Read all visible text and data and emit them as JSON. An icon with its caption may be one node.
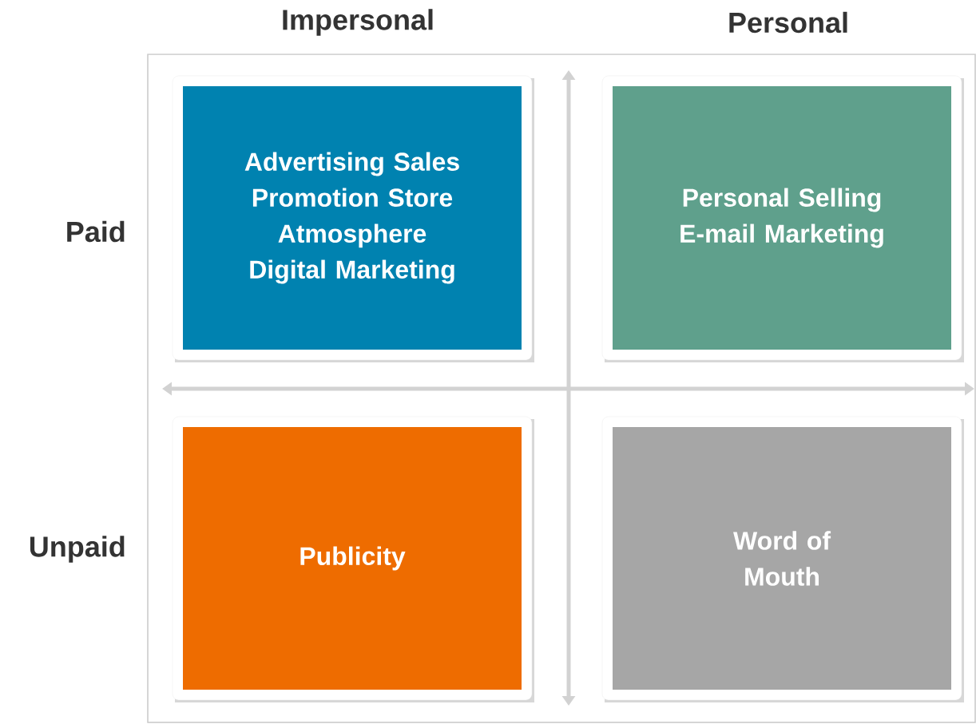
{
  "diagram": {
    "nodes": [
      {
        "text": [
          "Advertising Sales Promotion Store Atmosphere Digital Marketing"
        ]
      },
      {
        "text": [
          "Personal Selling E-mail Marketing"
        ]
      },
      {
        "text": [
          "Publicity"
        ]
      },
      {
        "text": [
          "Word of Mouth"
        ]
      }
    ],
    "labels": [
      "Impersonal",
      "Personal",
      "Paid",
      "Unpaid"
    ]
  }
}
